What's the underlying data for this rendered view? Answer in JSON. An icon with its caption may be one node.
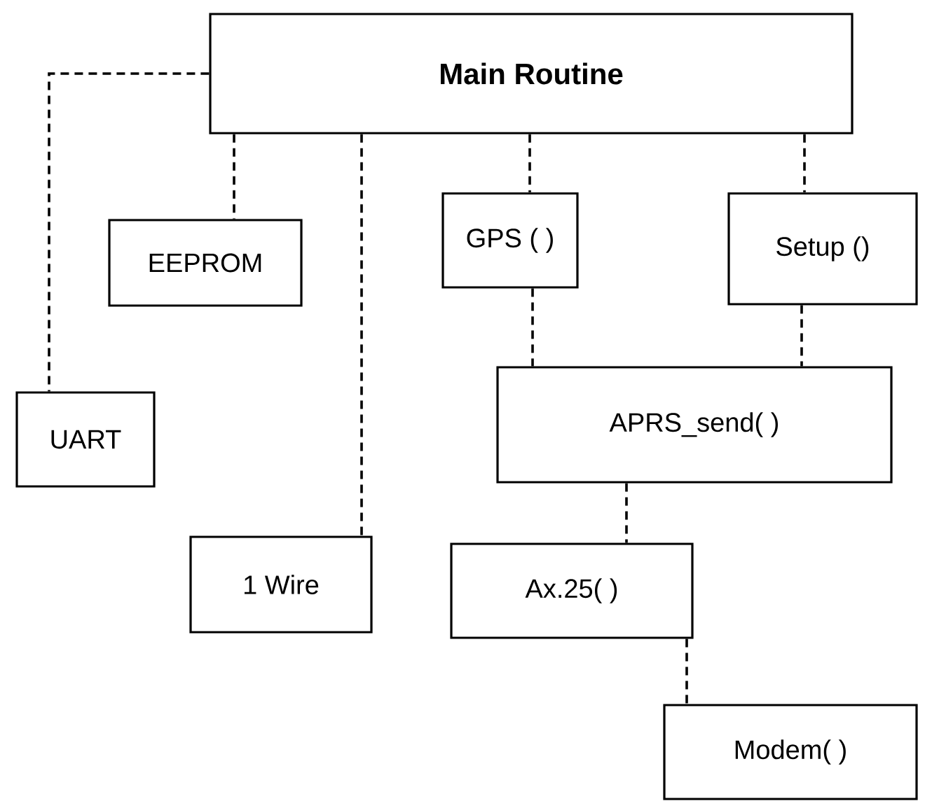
{
  "diagram": {
    "nodes": [
      {
        "text": [
          "Main Routine"
        ]
      },
      {
        "text": [
          "EEPROM"
        ]
      },
      {
        "text": [
          "GPS ( )"
        ]
      },
      {
        "text": [
          "Setup ()"
        ]
      },
      {
        "text": [
          "UART"
        ]
      },
      {
        "text": [
          "APRS_send( )"
        ]
      },
      {
        "text": [
          "1 Wire"
        ]
      },
      {
        "text": [
          "Ax.25( )"
        ]
      },
      {
        "text": [
          "Modem( )"
        ]
      }
    ],
    "edges": [
      {
        "from": 0,
        "to": 4,
        "arrow": "none",
        "style": "dashed"
      },
      {
        "from": 0,
        "to": 1,
        "arrow": "none",
        "style": "dashed"
      },
      {
        "from": 0,
        "to": 6,
        "arrow": "none",
        "style": "dashed"
      },
      {
        "from": 0,
        "to": 2,
        "arrow": "none",
        "style": "dashed"
      },
      {
        "from": 0,
        "to": 3,
        "arrow": "none",
        "style": "dashed"
      },
      {
        "from": 2,
        "to": 5,
        "arrow": "none",
        "style": "dashed"
      },
      {
        "from": 3,
        "to": 5,
        "arrow": "none",
        "style": "dashed"
      },
      {
        "from": 5,
        "to": 7,
        "arrow": "none",
        "style": "dashed"
      },
      {
        "from": 7,
        "to": 8,
        "arrow": "none",
        "style": "dashed"
      }
    ]
  }
}
